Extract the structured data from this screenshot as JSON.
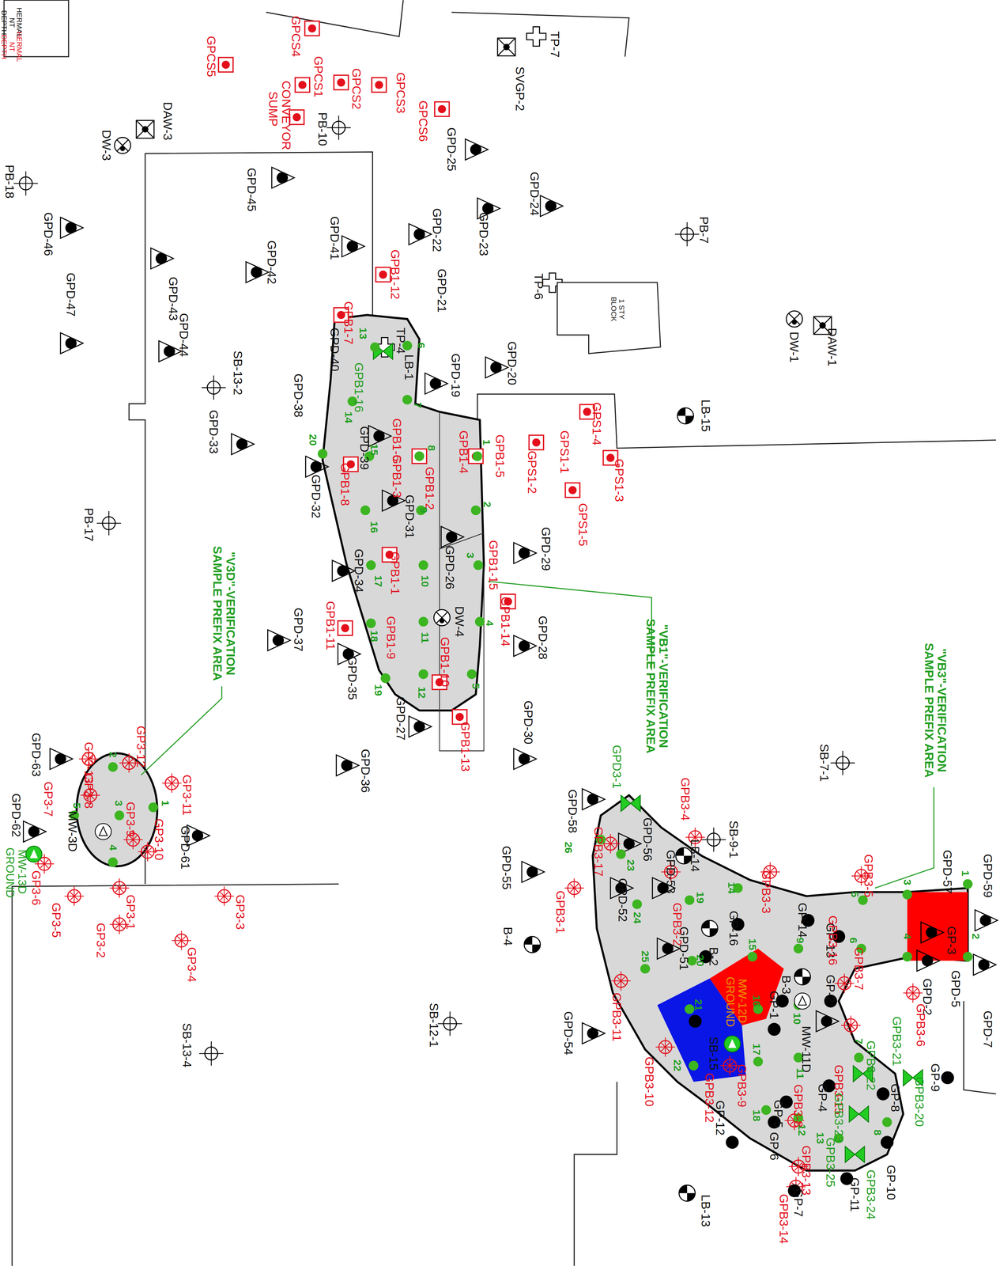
{
  "diagram": {
    "nodes": [
      {
        "text": [
          "1 STY BLOCK"
        ]
      }
    ],
    "labels": [
      "HERMAL NT DEPTH",
      "HERMAL NT DEPTH",
      "TP-7",
      "SVGP-2",
      "DAW-3",
      "DW-3",
      "PB-10",
      "PB-18",
      "GPD-25",
      "GPD-45",
      "GPD-24",
      "GPD-22",
      "GPD-23",
      "PB-7",
      "GPD-46",
      "GPD-41",
      "GPD-42",
      "GPD-47",
      "GPD-43",
      "TP-6",
      "GPD-21",
      "DW-1",
      "DAW-1",
      "GPD-44",
      "SB-13-2",
      "GPD-40",
      "GPD-20",
      "GPD-19",
      "TP-4",
      "LB-1",
      "LB-15",
      "GPD-38",
      "GPD-33",
      "GPD-39",
      "GPD-32",
      "GPD-31",
      "PB-17",
      "GPD-29",
      "GPD-26",
      "DW-4",
      "GPD-34",
      "GPD-37",
      "GPD-28",
      "GPD-35",
      "GPD-27",
      "GPD-30",
      "GPD-36",
      "SB-7-1",
      "SB-9-1",
      "LB-14",
      "GPD-56",
      "GPD-53",
      "GPD-58",
      "GPD-55",
      "GPD-52",
      "GPD-57",
      "GPD-59",
      "GP-3",
      "GPD-5",
      "GPD-7",
      "GPD-2",
      "GP-14",
      "GP-13",
      "GP-16",
      "B-4",
      "B-2",
      "GPD-51",
      "B-3",
      "GP-2",
      "GP-1",
      "MW-11D",
      "SB-12-1",
      "GPD-54",
      "SB-15",
      "GP-4",
      "GP-9",
      "GP-8",
      "GP-5",
      "GP-6",
      "GP-12",
      "GP-10",
      "GP-11",
      "GP-7",
      "LB-13",
      "SB-13-4",
      "GPD-61",
      "MW-3D",
      "GPD-63",
      "GPD-62",
      "GPCS5",
      "GPCS4",
      "GPCS1",
      "GPCS2",
      "GPCS3",
      "GPCS6",
      "CONVEYOR SUMP",
      "GPB1-12",
      "GPB1-7",
      "GPB1-6",
      "GPB1-4",
      "GPB1-5",
      "GPB1-3",
      "GPS1-4",
      "GPS1-1",
      "GPS1-2",
      "GPS1-3",
      "GPS1-5",
      "GPB1-8",
      "GPB1-2",
      "GPB1-1",
      "GPB1-15",
      "GPB1-14",
      "GPB1-11",
      "GPB1-9",
      "GPB1-10",
      "GPB1-13",
      "GPB3-4",
      "GPB3-17",
      "GPB3-1",
      "GPB3-5",
      "GPB3-3",
      "GPB3-2",
      "GPB3-16",
      "GPB3-7",
      "GPB3-6",
      "GPB3-11",
      "GPB3-10",
      "GPB3-12",
      "GPB3-9",
      "GPB3-8",
      "GPB3-15",
      "GPB3-13",
      "GPB3-14",
      "GP3-12",
      "GP3-13",
      "GP3-11",
      "GP3-8",
      "GP3-10",
      "GP3-9",
      "GP3-7",
      "GP3-6",
      "GP3-5",
      "GP3-1",
      "GP3-2",
      "GP3-3",
      "GP3-4",
      "GPB1-16",
      "GPD3-1",
      "GPB3-21",
      "GPB3-22",
      "GPB3-20",
      "GPB3-23",
      "GPB3-25",
      "GPB3-24",
      "MW-13D GROUND",
      "MW-12D GROUND",
      "\"VB1\"-VERIFICATION SAMPLE PREFIX AREA",
      "\"VB3\"-VERIFICATION SAMPLE PREFIX AREA",
      "\"V3D\"-VERIFICATION SAMPLE PREFIX AREA",
      "1",
      "2",
      "3",
      "4",
      "5",
      "6",
      "7",
      "8",
      "9",
      "10",
      "11",
      "12",
      "13",
      "14",
      "15",
      "16",
      "17",
      "18",
      "19",
      "20",
      "1",
      "2",
      "3",
      "4",
      "5",
      "1",
      "2",
      "3",
      "4",
      "5",
      "6",
      "7",
      "8",
      "9",
      "10",
      "11",
      "12",
      "13",
      "14",
      "15",
      "16",
      "17",
      "18",
      "19",
      "20",
      "21",
      "22",
      "23",
      "24",
      "25",
      "26"
    ]
  }
}
